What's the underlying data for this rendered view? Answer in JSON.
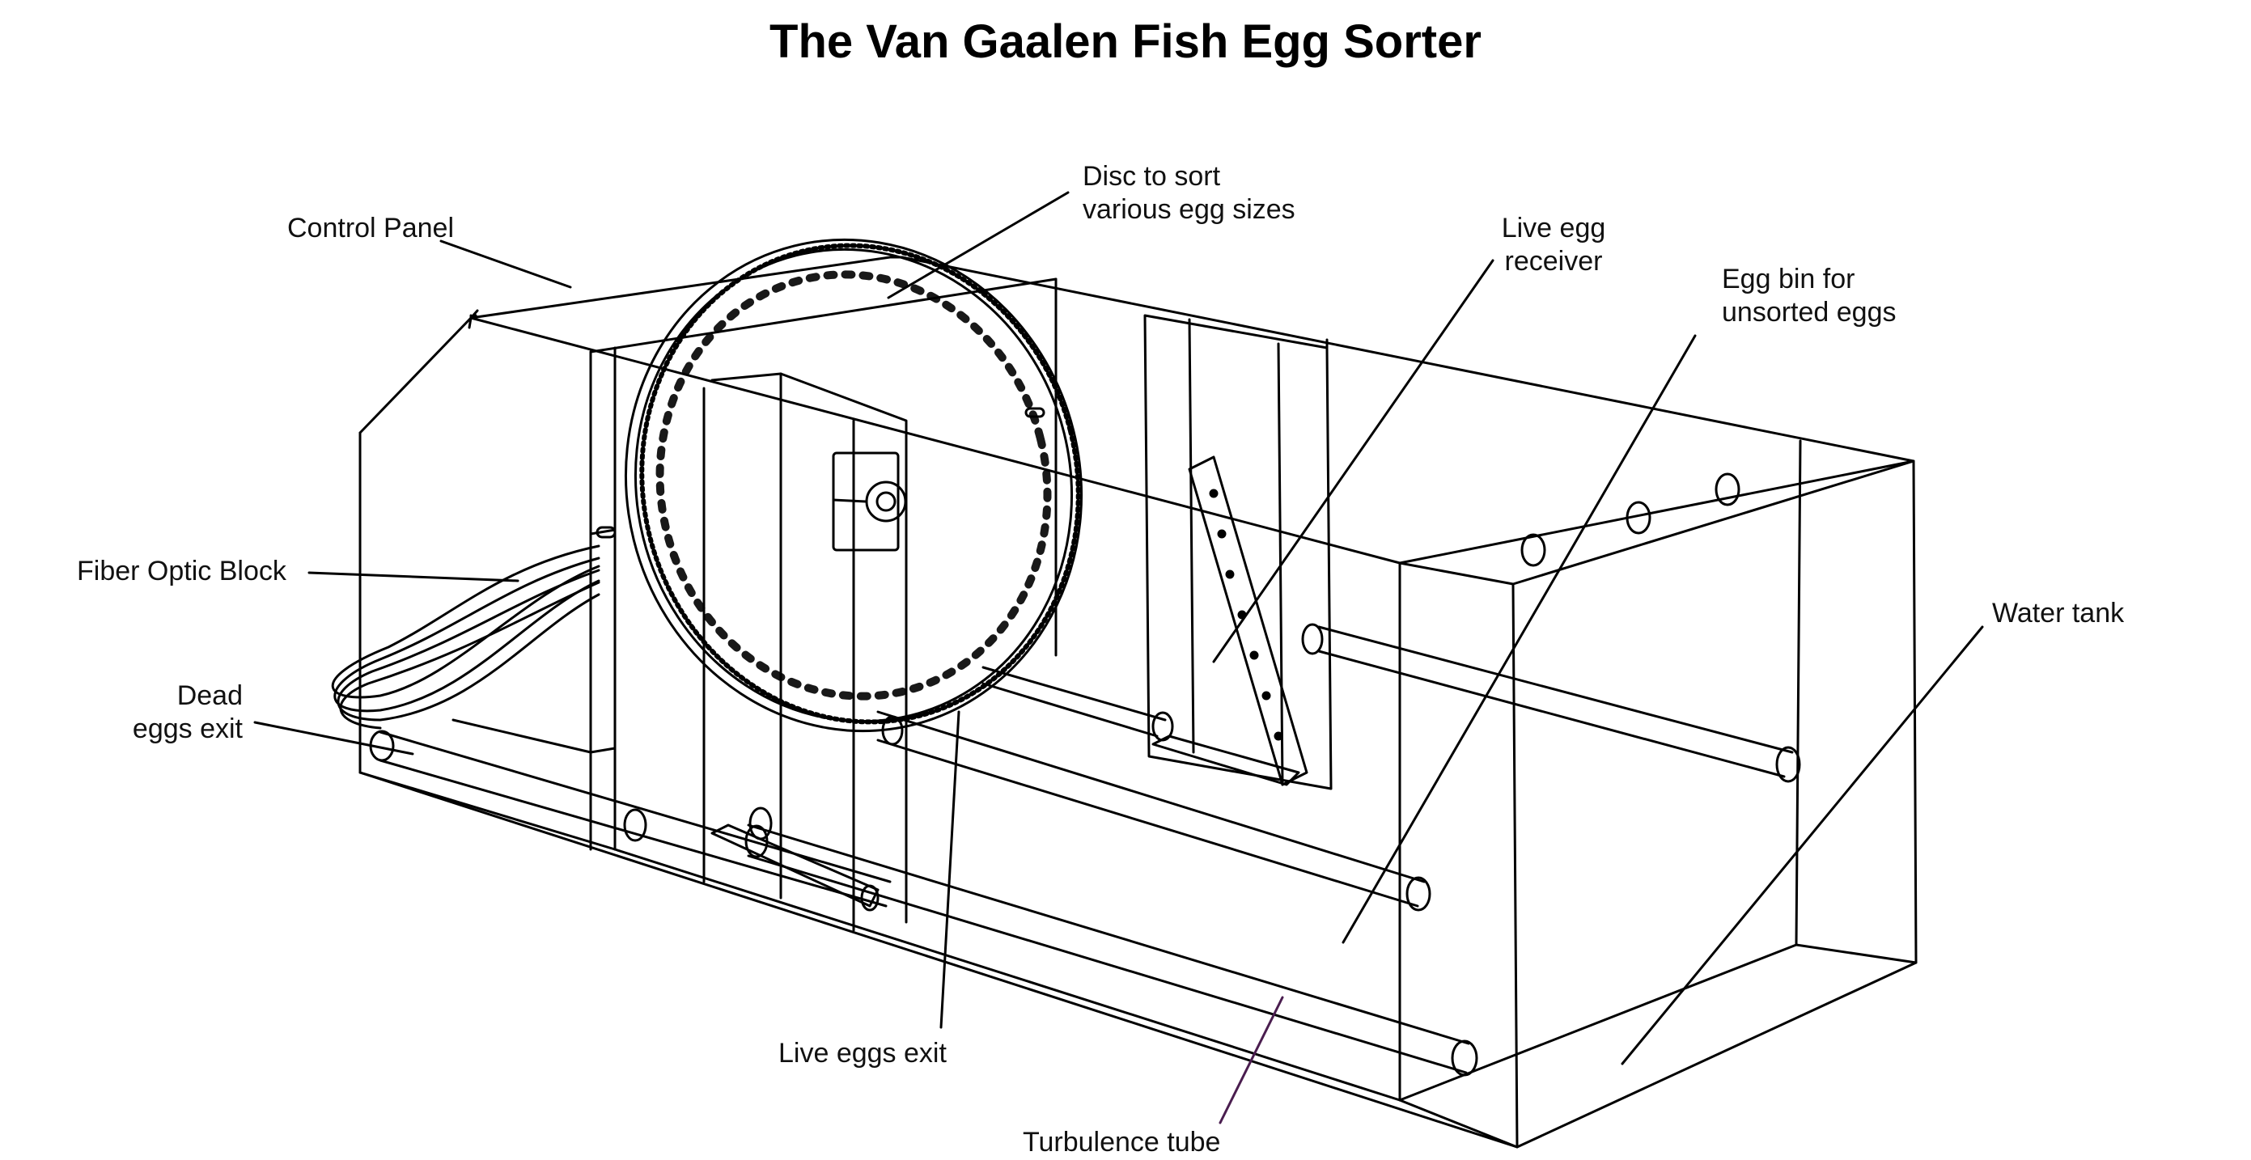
{
  "title": "The Van Gaalen Fish Egg Sorter",
  "labels": {
    "control_panel": "Control Panel",
    "disc_line1": "Disc to sort",
    "disc_line2": "various egg sizes",
    "live_receiver_line1": "Live egg",
    "live_receiver_line2": "receiver",
    "egg_bin_line1": "Egg bin for",
    "egg_bin_line2": "unsorted eggs",
    "fiber_optic": "Fiber Optic Block",
    "dead_exit_line1": "Dead",
    "dead_exit_line2": "eggs exit",
    "water_tank": "Water tank",
    "live_exit": "Live eggs exit",
    "turbulence_tube": "Turbulence tube"
  },
  "colors": {
    "ink": "#000000",
    "turbulence_leader": "#4a1d4f"
  }
}
